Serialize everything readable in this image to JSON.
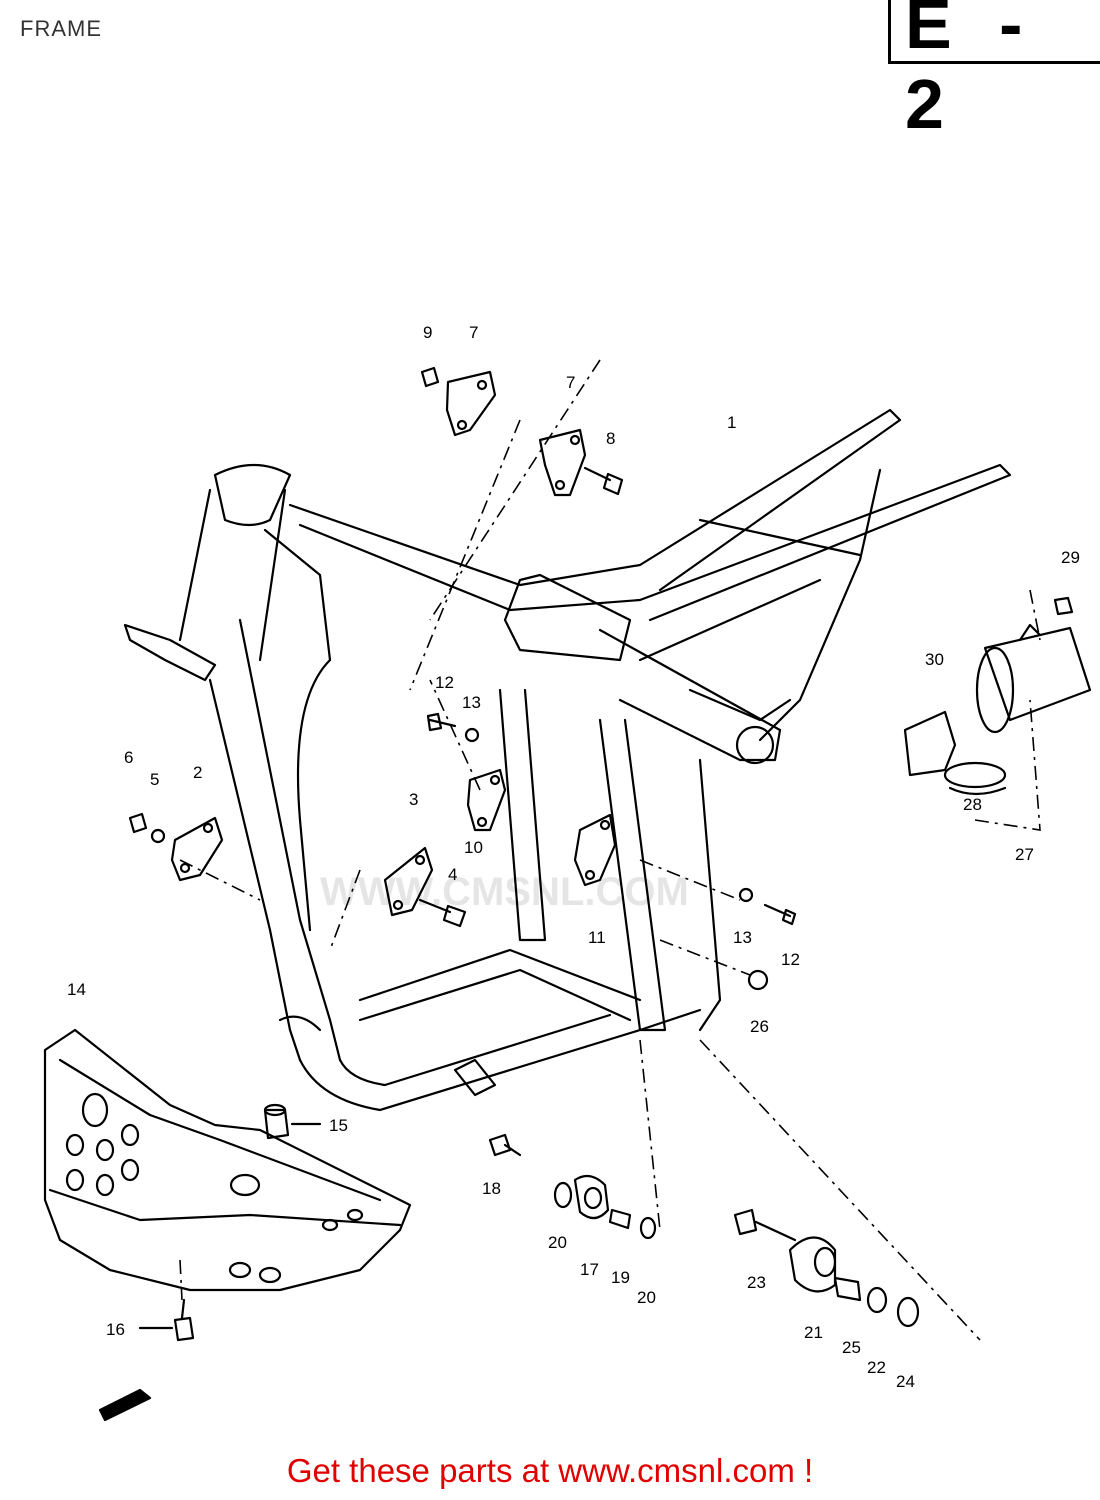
{
  "header": {
    "title": "FRAME",
    "section_code": "E - 2"
  },
  "watermark": "WWW.CMSNL.COM",
  "footer": {
    "link_text": "Get these parts at www.cmsnl.com !"
  },
  "colors": {
    "line": "#000000",
    "footer_link": "#e00000"
  },
  "parts": [
    {
      "label": "1"
    },
    {
      "label": "2"
    },
    {
      "label": "3"
    },
    {
      "label": "4"
    },
    {
      "label": "5"
    },
    {
      "label": "6"
    },
    {
      "label": "7"
    },
    {
      "label": "7"
    },
    {
      "label": "8"
    },
    {
      "label": "9"
    },
    {
      "label": "10"
    },
    {
      "label": "11"
    },
    {
      "label": "12"
    },
    {
      "label": "12"
    },
    {
      "label": "13"
    },
    {
      "label": "13"
    },
    {
      "label": "14"
    },
    {
      "label": "15"
    },
    {
      "label": "16"
    },
    {
      "label": "17"
    },
    {
      "label": "18"
    },
    {
      "label": "19"
    },
    {
      "label": "20"
    },
    {
      "label": "20"
    },
    {
      "label": "21"
    },
    {
      "label": "22"
    },
    {
      "label": "23"
    },
    {
      "label": "24"
    },
    {
      "label": "25"
    },
    {
      "label": "26"
    },
    {
      "label": "27"
    },
    {
      "label": "28"
    },
    {
      "label": "29"
    },
    {
      "label": "30"
    }
  ]
}
